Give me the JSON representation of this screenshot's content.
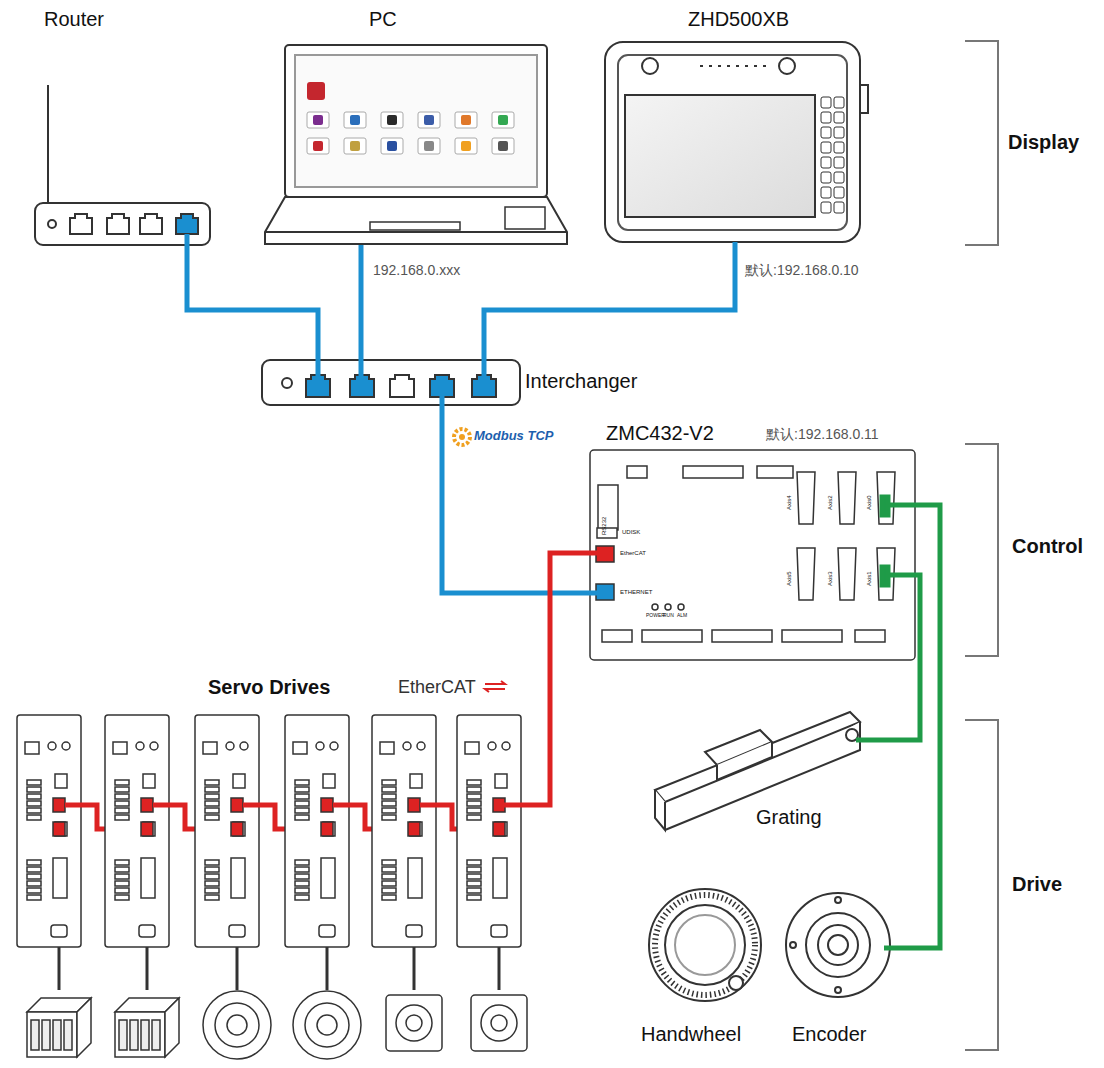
{
  "diagram": {
    "nodes": [
      {
        "text": [
          "Router"
        ]
      },
      {
        "text": [
          "PC"
        ]
      },
      {
        "text": [
          "ZHD500XB"
        ]
      },
      {
        "text": [
          "Interchanger"
        ]
      },
      {
        "text": [
          "ZMC432-V2",
          "默认:192.168.0.11"
        ]
      },
      {
        "text": [
          "Servo Drives"
        ]
      },
      {
        "text": [
          "Grating"
        ]
      },
      {
        "text": [
          "Handwheel"
        ]
      },
      {
        "text": [
          "Encoder"
        ]
      }
    ],
    "edges": [
      {
        "from": 0,
        "to": 3,
        "arrow": "none"
      },
      {
        "from": 1,
        "to": 3,
        "label": "192.168.0.xxx",
        "arrow": "none"
      },
      {
        "from": 2,
        "to": 3,
        "label": "默认:192.168.0.10",
        "arrow": "none"
      },
      {
        "from": 3,
        "to": 4,
        "label": "Modbus TCP",
        "arrow": "none"
      },
      {
        "from": 4,
        "to": 5,
        "arrow": "none"
      },
      {
        "from": 4,
        "to": 6,
        "arrow": "none"
      },
      {
        "from": 4,
        "to": 8,
        "arrow": "none"
      }
    ],
    "labels": [
      "Display",
      "Control",
      "Drive",
      "EtherCAT",
      "RS232",
      "UDISK",
      "EtherCAT",
      "ETHERNET",
      "POWER",
      "RUN",
      "ALM",
      "Axis4",
      "Axis2",
      "Axis0",
      "Axis5",
      "Axis3",
      "Axis1"
    ]
  }
}
